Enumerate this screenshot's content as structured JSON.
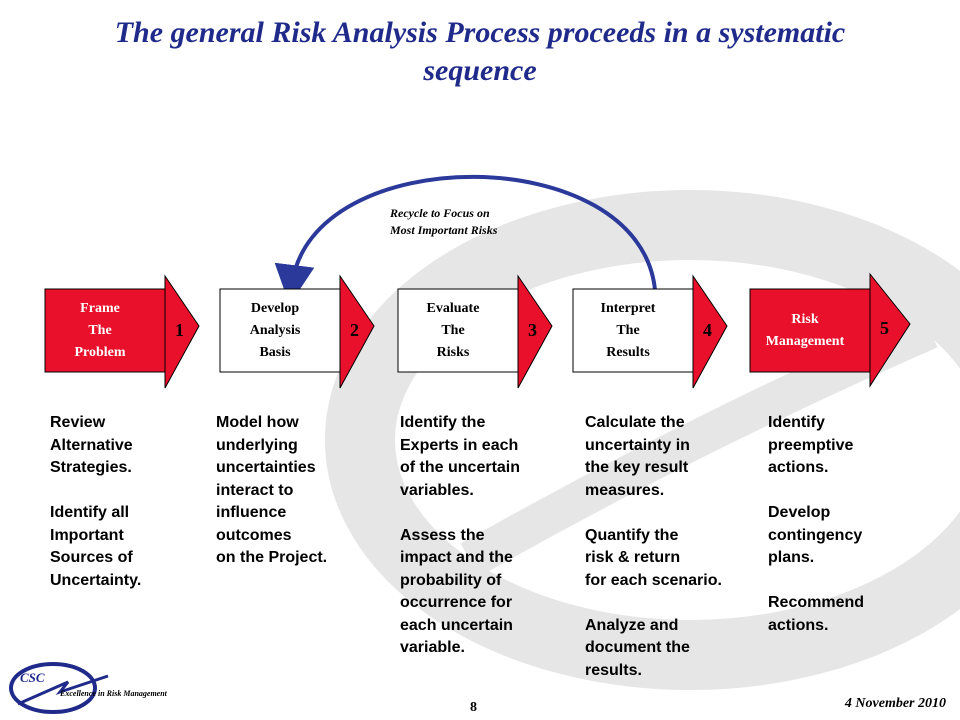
{
  "title": "The  general Risk Analysis Process proceeds in a systematic sequence",
  "recycle_note": {
    "line1": "Recycle to Focus on",
    "line2": "Most Important Risks"
  },
  "steps": [
    {
      "number": "1",
      "lines": [
        "Frame",
        "The",
        "Problem"
      ],
      "style": "filled",
      "description": "Review\nAlternative\nStrategies.\n\nIdentify all\nImportant\nSources of\nUncertainty."
    },
    {
      "number": "2",
      "lines": [
        "Develop",
        "Analysis",
        "Basis"
      ],
      "style": "outline",
      "description": "Model how\nunderlying\nuncertainties\ninteract to\ninfluence\noutcomes\non the Project."
    },
    {
      "number": "3",
      "lines": [
        "Evaluate",
        "The",
        "Risks"
      ],
      "style": "outline",
      "description": "Identify the\nExperts in each\nof the uncertain\nvariables.\n\nAssess the\nimpact and the\nprobability of\noccurrence for\neach uncertain\nvariable."
    },
    {
      "number": "4",
      "lines": [
        "Interpret",
        "The",
        "Results"
      ],
      "style": "outline",
      "description": "Calculate the\nuncertainty in\nthe key result\nmeasures.\n\nQuantify the\nrisk & return\nfor each scenario.\n\nAnalyze and\ndocument the\nresults."
    },
    {
      "number": "5",
      "lines": [
        "Risk",
        "Management"
      ],
      "style": "filled",
      "description": "Identify\npreemptive\nactions.\n\nDevelop\ncontingency\nplans.\n\nRecommend\nactions."
    }
  ],
  "footer": {
    "date": "4 November 2010",
    "page_number": "8",
    "logo_text": "CSC",
    "logo_tagline": "Excellence in Risk Management"
  },
  "colors": {
    "accent_red": "#e8102a",
    "title_blue": "#1f2a8a",
    "arc_blue": "#2b3a9a",
    "watermark": "#e6e6e6"
  }
}
